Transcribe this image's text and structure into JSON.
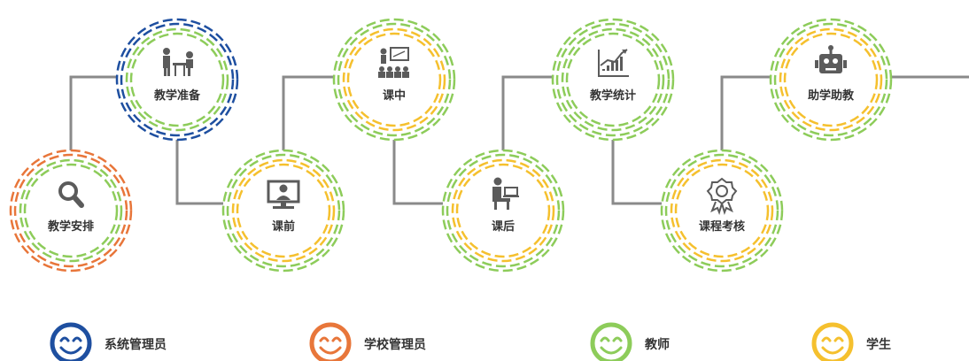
{
  "colors": {
    "admin_blue": "#1e4fa0",
    "school_orange": "#e8763a",
    "teacher_green": "#8dcc5a",
    "student_yellow": "#f5c02e",
    "connector_gray": "#8a8a8a",
    "icon_gray": "#5b5b5b"
  },
  "steps": [
    {
      "id": "s1",
      "label": "教学安排",
      "icon": "magnifier-icon",
      "outer_role": "school_orange",
      "inner_role": "teacher_green"
    },
    {
      "id": "s2",
      "label": "教学准备",
      "icon": "teacher-desk-icon",
      "outer_role": "admin_blue",
      "inner_role": "teacher_green"
    },
    {
      "id": "s3",
      "label": "课前",
      "icon": "monitor-person-icon",
      "outer_role": "teacher_green",
      "inner_role": "student_yellow"
    },
    {
      "id": "s4",
      "label": "课中",
      "icon": "classroom-presentation-icon",
      "outer_role": "teacher_green",
      "inner_role": "student_yellow"
    },
    {
      "id": "s5",
      "label": "课后",
      "icon": "student-laptop-icon",
      "outer_role": "teacher_green",
      "inner_role": "student_yellow"
    },
    {
      "id": "s6",
      "label": "教学统计",
      "icon": "bar-chart-icon",
      "outer_role": "teacher_green",
      "inner_role": "teacher_green"
    },
    {
      "id": "s7",
      "label": "课程考核",
      "icon": "award-badge-icon",
      "outer_role": "teacher_green",
      "inner_role": "student_yellow"
    },
    {
      "id": "s8",
      "label": "助学助教",
      "icon": "robot-icon",
      "outer_role": "teacher_green",
      "inner_role": "student_yellow"
    }
  ],
  "legend": [
    {
      "label": "系统管理员",
      "role": "admin_blue",
      "icon": "smiley-icon"
    },
    {
      "label": "学校管理员",
      "role": "school_orange",
      "icon": "smiley-icon"
    },
    {
      "label": "教师",
      "role": "teacher_green",
      "icon": "smiley-icon"
    },
    {
      "label": "学生",
      "role": "student_yellow",
      "icon": "smiley-icon"
    }
  ]
}
